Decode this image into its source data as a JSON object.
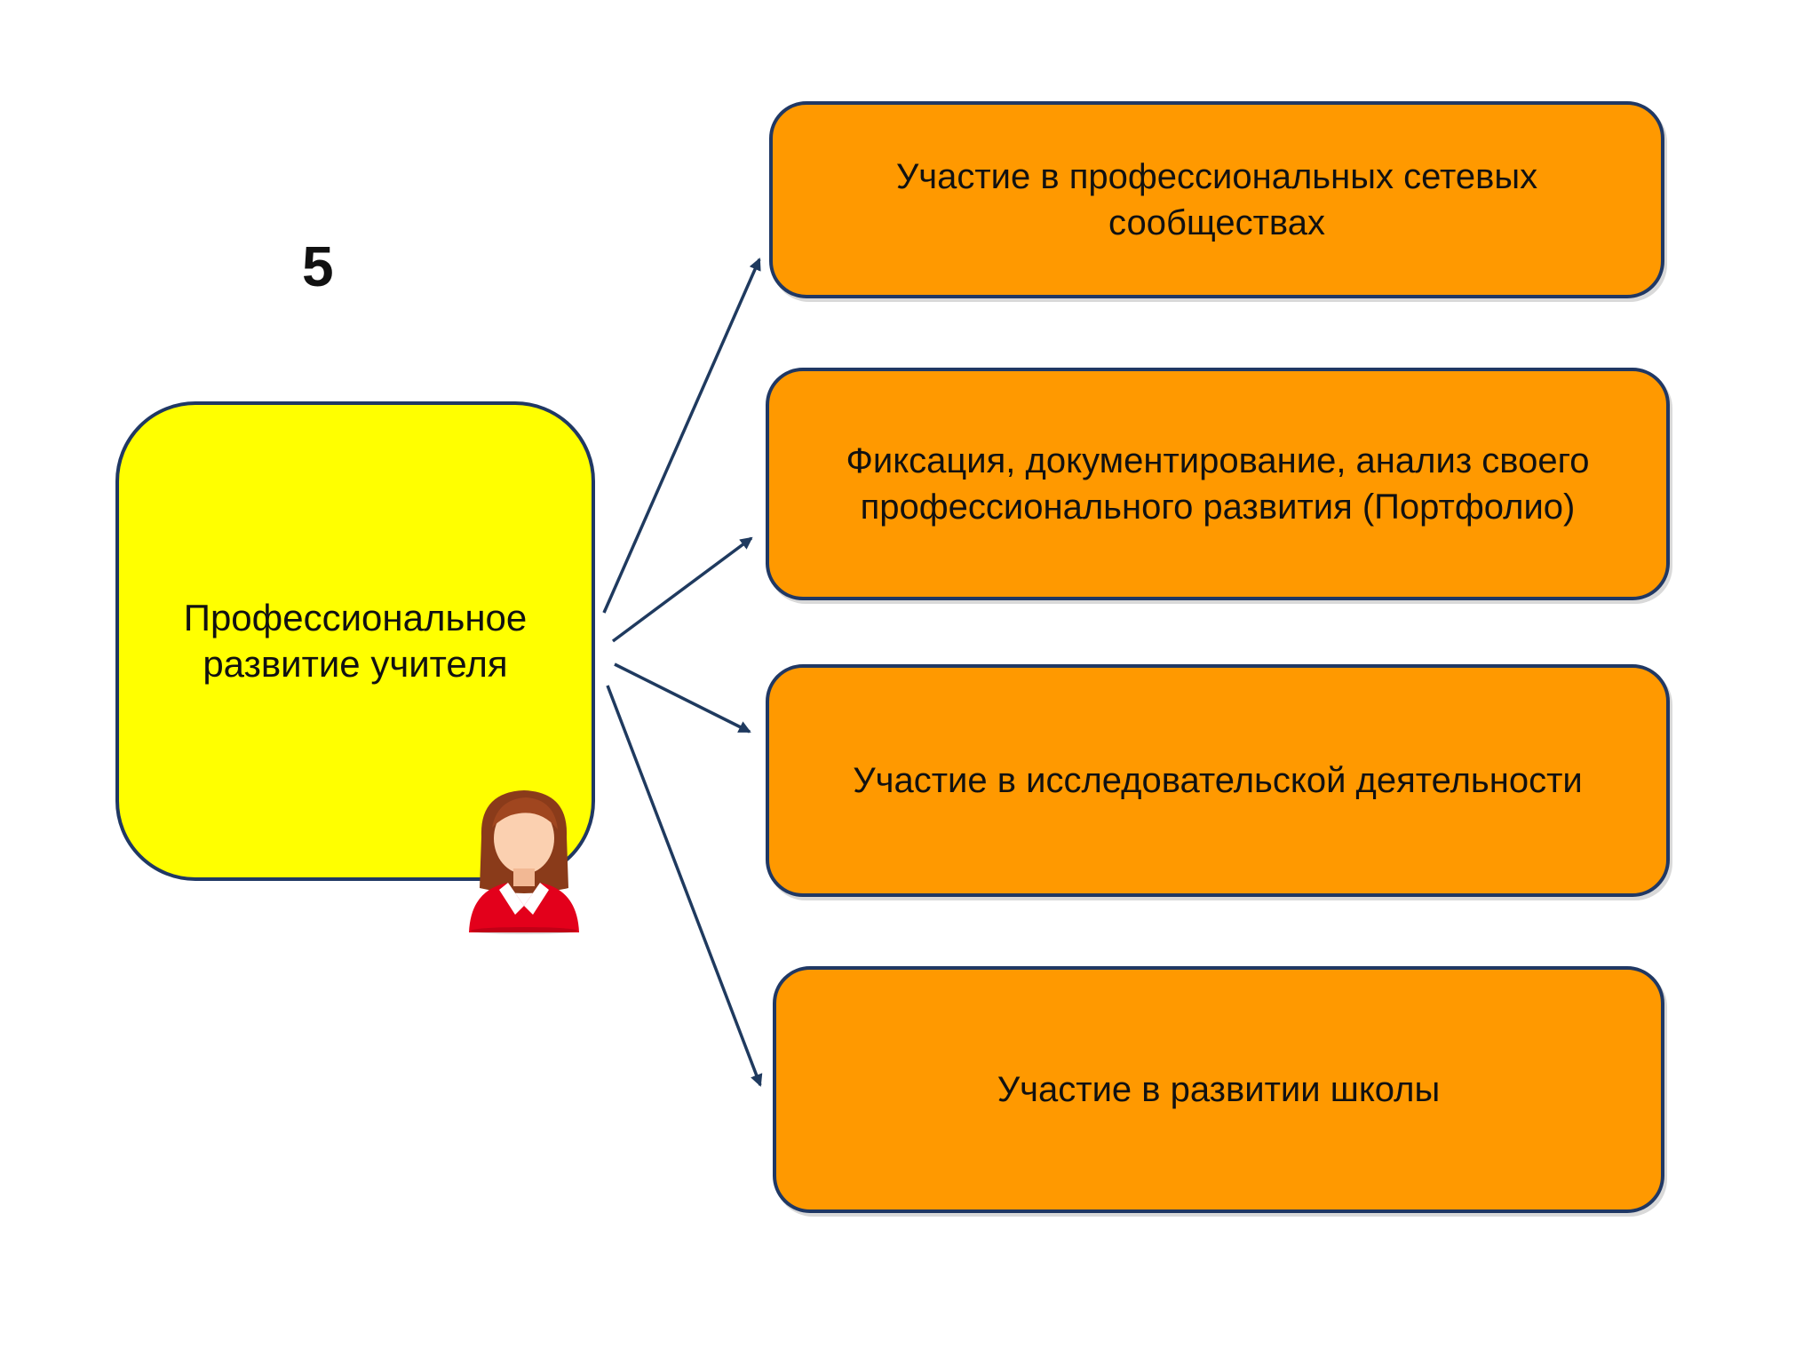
{
  "slide_number": "5",
  "center": {
    "label": "Профессиональное развитие учителя",
    "fill_color": "#ffff00",
    "border_color": "#203864",
    "avatar_icon": "teacher-woman-icon"
  },
  "nodes": [
    {
      "label": "Участие в профессиональных сетевых сообществах"
    },
    {
      "label": "Фиксация, документирование, анализ своего профессионального развития (Портфолио)"
    },
    {
      "label": "Участие в исследовательской деятельности"
    },
    {
      "label": "Участие в развитии школы"
    }
  ],
  "colors": {
    "node_fill": "#ff9900",
    "arrow": "#1f3a5f"
  }
}
